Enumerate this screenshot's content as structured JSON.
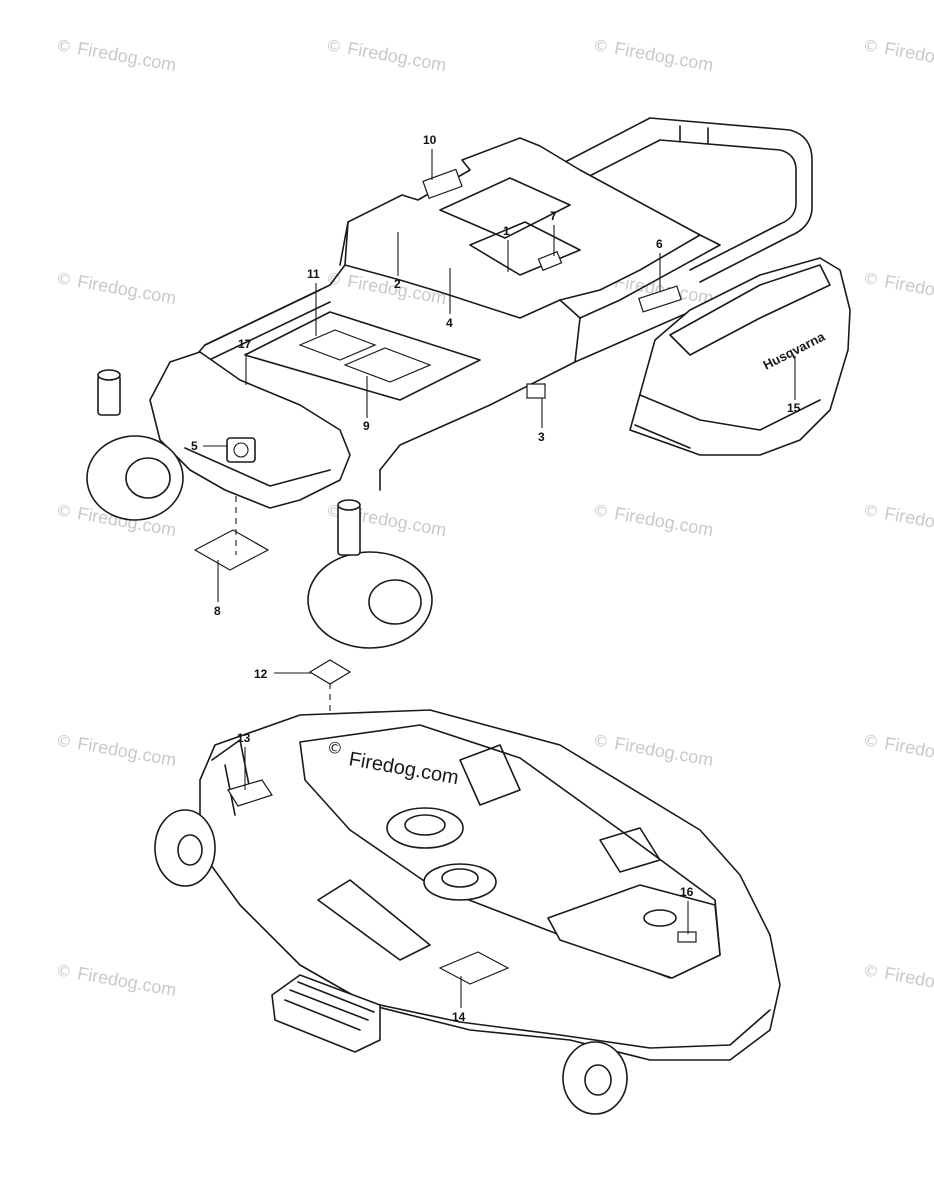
{
  "watermark": {
    "text": "Firedog.com",
    "symbol": "©"
  },
  "brand_logo": {
    "text": "Husqvarna"
  },
  "deck_watermark": {
    "text": "Firedog.com",
    "symbol": "©"
  },
  "callouts": [
    "1",
    "2",
    "3",
    "4",
    "5",
    "6",
    "7",
    "8",
    "9",
    "10",
    "11",
    "12",
    "13",
    "14",
    "15",
    "16",
    "17"
  ],
  "colors": {
    "line": "#1a1a1a",
    "watermark": "#c9c9c9",
    "background": "#ffffff"
  }
}
